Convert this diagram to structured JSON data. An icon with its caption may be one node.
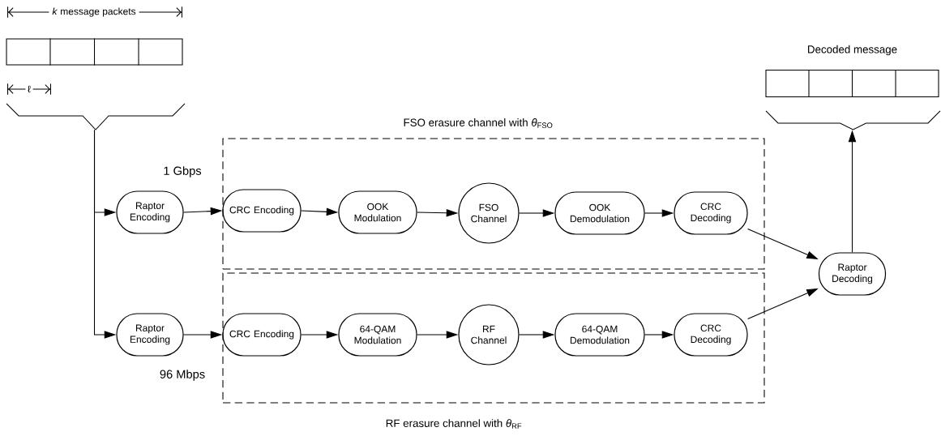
{
  "diagram": {
    "nodes": [
      {
        "text": [],
        "shape": "box"
      },
      {
        "text": [
          "FSO erasure channel with *θ*$_{FSO}$"
        ]
      },
      {
        "text": [
          "Raptor Encoding"
        ]
      },
      {
        "text": [
          "CRC Encoding"
        ],
        "in": 1
      },
      {
        "text": [
          "OOK Modulation"
        ],
        "in": 1
      },
      {
        "text": [
          "FSO Channel"
        ],
        "in": 1
      },
      {
        "text": [
          "OOK Demodulation"
        ],
        "in": 1
      },
      {
        "text": [
          "CRC Decoding"
        ],
        "in": 1
      },
      {
        "text": [
          "RF erasure channel with *θ*$_{RF}$"
        ]
      },
      {
        "text": [
          "Raptor Encoding"
        ]
      },
      {
        "text": [
          "CRC Encoding"
        ],
        "in": 8
      },
      {
        "text": [
          "64-QAM Modulation"
        ],
        "in": 8
      },
      {
        "text": [
          "RF Channel"
        ],
        "in": 8
      },
      {
        "text": [
          "64-QAM Demodulation"
        ],
        "in": 8
      },
      {
        "text": [
          "CRC Decoding"
        ],
        "in": 8
      },
      {
        "text": [
          "Raptor Decoding"
        ]
      },
      {
        "text": [
          "Decoded message"
        ]
      }
    ],
    "edges": [
      {
        "from": 0,
        "to": 2,
        "arrow": "to"
      },
      {
        "from": 0,
        "to": 9,
        "arrow": "to"
      },
      {
        "from": 2,
        "to": 3,
        "arrow": "to"
      },
      {
        "from": 3,
        "to": 4,
        "arrow": "to"
      },
      {
        "from": 4,
        "to": 5,
        "arrow": "to"
      },
      {
        "from": 5,
        "to": 6,
        "arrow": "to"
      },
      {
        "from": 6,
        "to": 7,
        "arrow": "to"
      },
      {
        "from": 7,
        "to": 15,
        "arrow": "to"
      },
      {
        "from": 9,
        "to": 10,
        "arrow": "to"
      },
      {
        "from": 10,
        "to": 11,
        "arrow": "to"
      },
      {
        "from": 11,
        "to": 12,
        "arrow": "to"
      },
      {
        "from": 12,
        "to": 13,
        "arrow": "to"
      },
      {
        "from": 13,
        "to": 14,
        "arrow": "to"
      },
      {
        "from": 14,
        "to": 15,
        "arrow": "to"
      },
      {
        "from": 15,
        "to": 16,
        "arrow": "to"
      }
    ],
    "labels": [
      "*k* message packets",
      "ℓ",
      "1 Gbps",
      "96 Mbps"
    ]
  }
}
